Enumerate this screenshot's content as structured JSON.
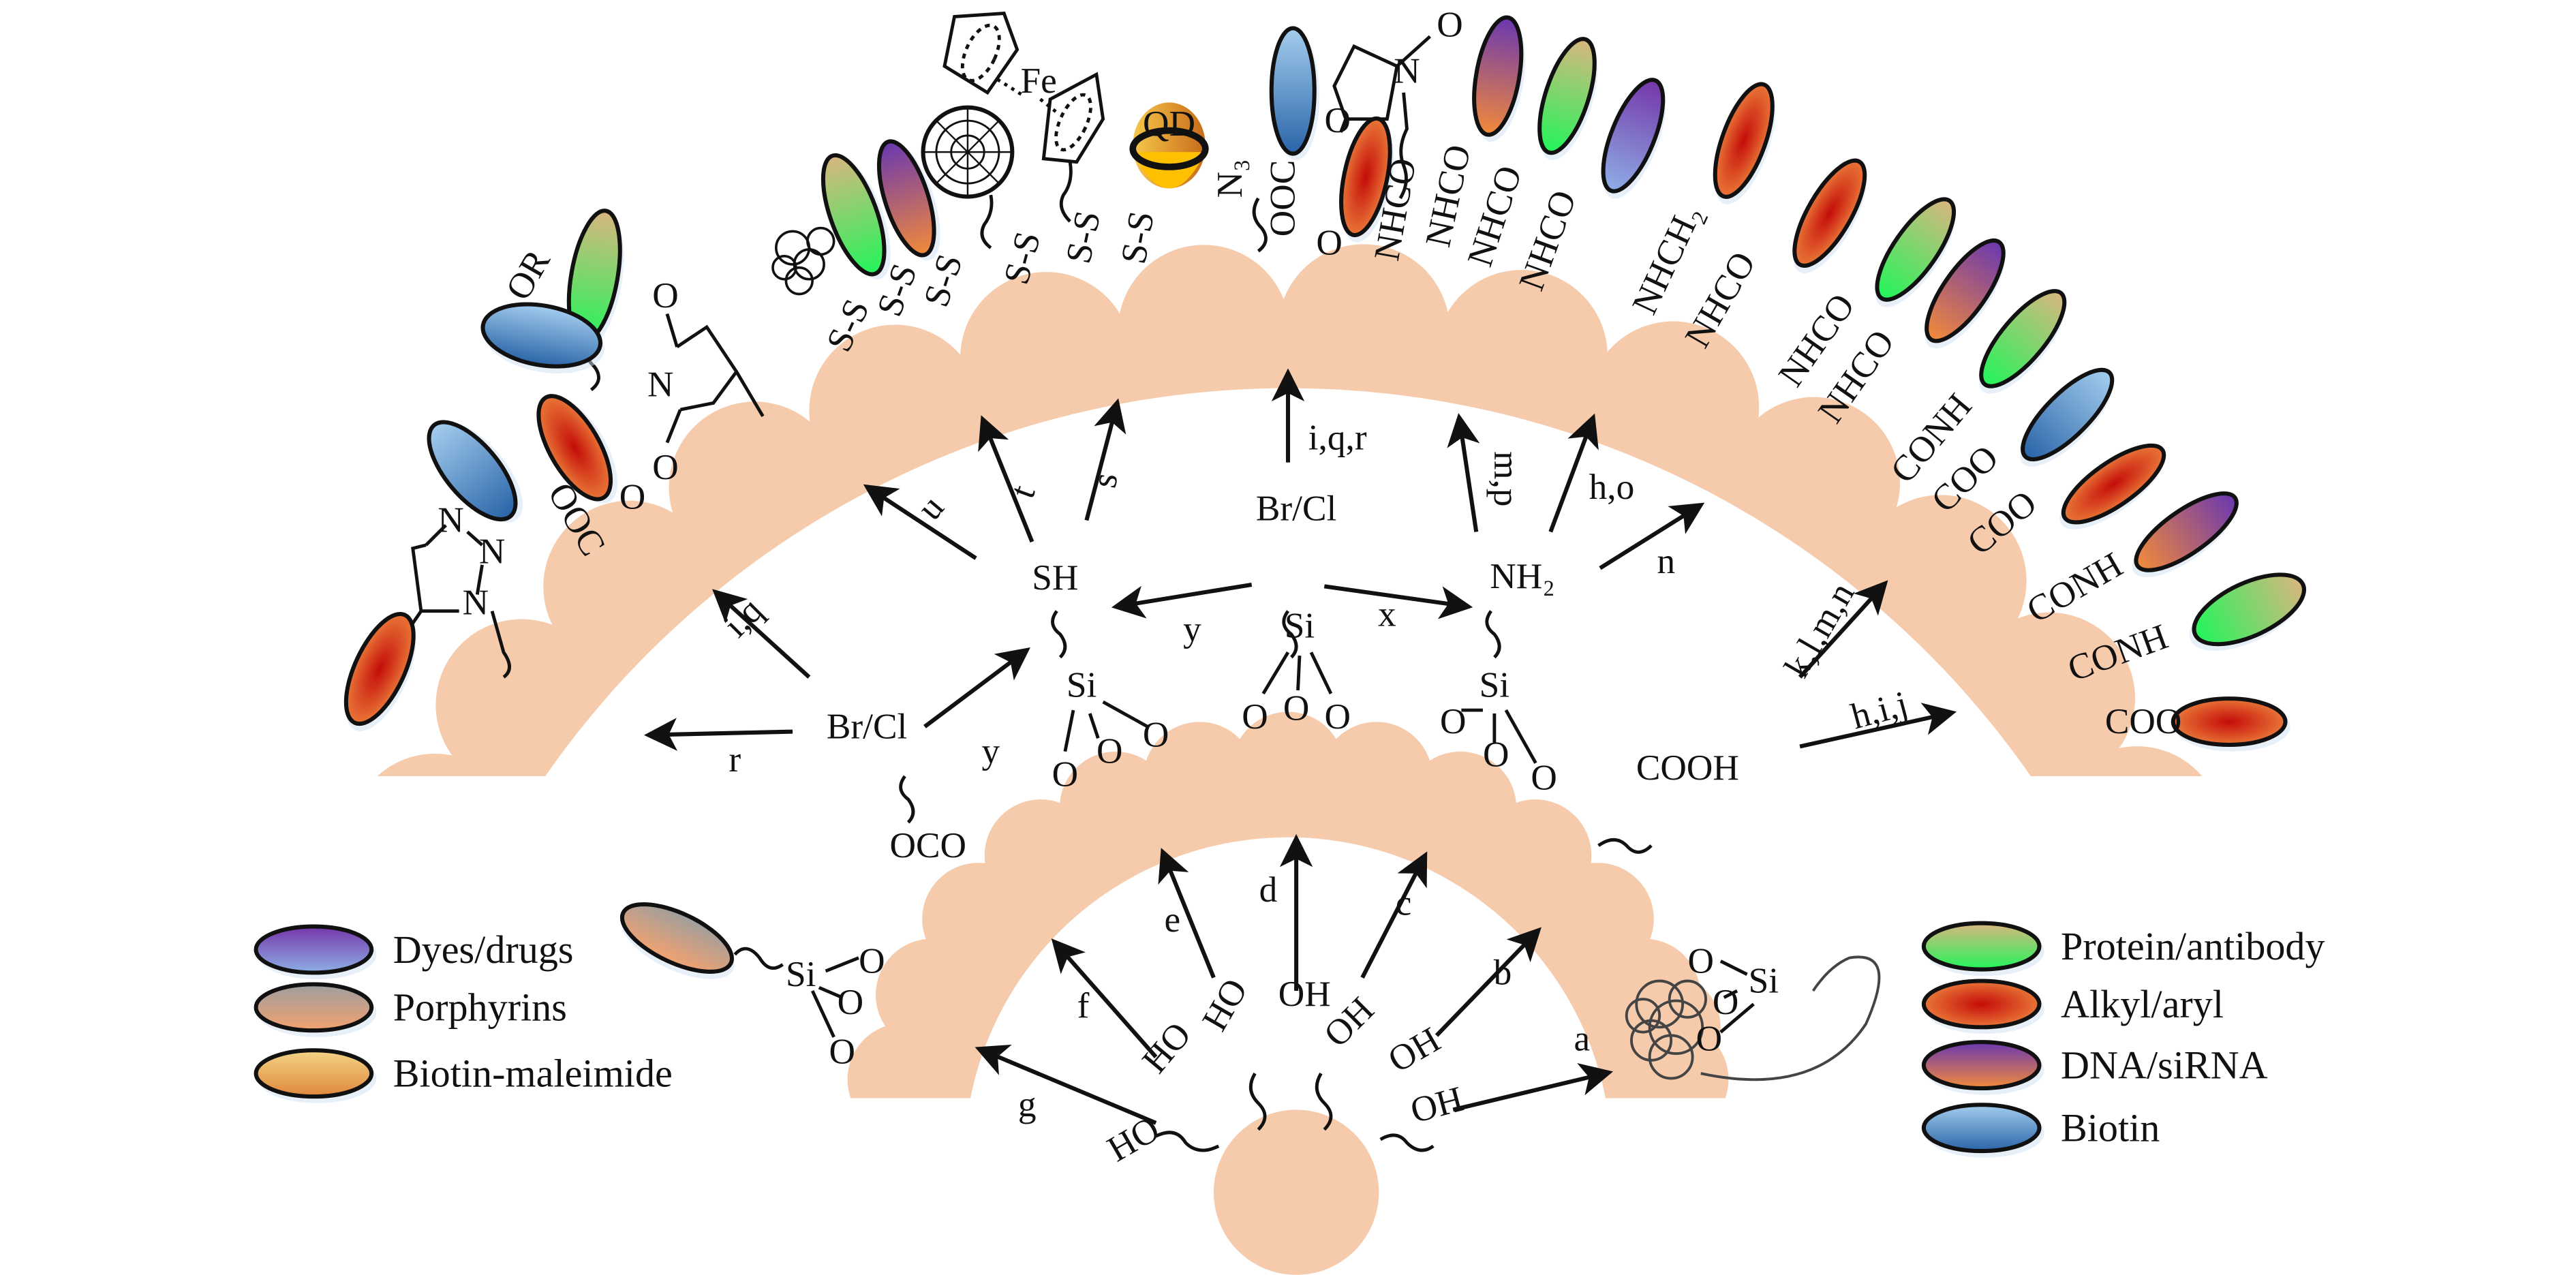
{
  "colors": {
    "shell": "#f6cbac",
    "ink": "#111111",
    "background": "#ffffff"
  },
  "legend_left": [
    {
      "type": "dye",
      "label": "Dyes/drugs"
    },
    {
      "type": "porphyrin",
      "label": "Porphyrins"
    },
    {
      "type": "biotinmal",
      "label": "Biotin-maleimide"
    }
  ],
  "legend_right": [
    {
      "type": "protein",
      "label": "Protein/antibody"
    },
    {
      "type": "alkyl",
      "label": "Alkyl/aryl"
    },
    {
      "type": "dna",
      "label": "DNA/siRNA"
    },
    {
      "type": "biotin",
      "label": "Biotin"
    }
  ],
  "particles": [
    "protein",
    "biotin",
    "biotin",
    "alkyl",
    "alkyl",
    "protein",
    "dna",
    "biotin",
    "alkyl",
    "dna",
    "protein",
    "dye",
    "alkyl",
    "alkyl",
    "protein",
    "dna",
    "protein",
    "biotin",
    "alkyl",
    "dna",
    "protein",
    "alkyl",
    "porphyrin"
  ],
  "labels": [
    "OR",
    "N",
    "O",
    "O",
    "O",
    "OOC",
    "N",
    "N",
    "N",
    "S-S",
    "S-S",
    "S-S",
    "S-S",
    "S-S",
    "S-S",
    "Fe",
    "QD",
    "N₃",
    "OOC",
    "O",
    "N",
    "O",
    "O",
    "NHCO",
    "NHCO",
    "NHCO",
    "NHCO",
    "NHCH₂",
    "NHCO",
    "NHCO",
    "NHCO",
    "CONH",
    "COO",
    "COO",
    "CONH",
    "CONH",
    "COO",
    "i,q,r",
    "m,p",
    "h,o",
    "n",
    "NH₂",
    "x",
    "u",
    "t",
    "s",
    "Br/Cl",
    "SH",
    "y",
    "Si",
    "O",
    "O",
    "O",
    "Si",
    "O",
    "O",
    "O",
    "Si",
    "O",
    "O",
    "O",
    "i,q",
    "r",
    "Br/Cl",
    "y",
    "COOH",
    "k,l,m,n",
    "h,i,j",
    "OCO",
    "e",
    "d",
    "c",
    "f",
    "b",
    "g",
    "a",
    "HO",
    "OH",
    "OH",
    "HO",
    "OH",
    "HO",
    "OH",
    "Si",
    "O",
    "O",
    "O",
    "O",
    "Si",
    "O",
    "O"
  ]
}
